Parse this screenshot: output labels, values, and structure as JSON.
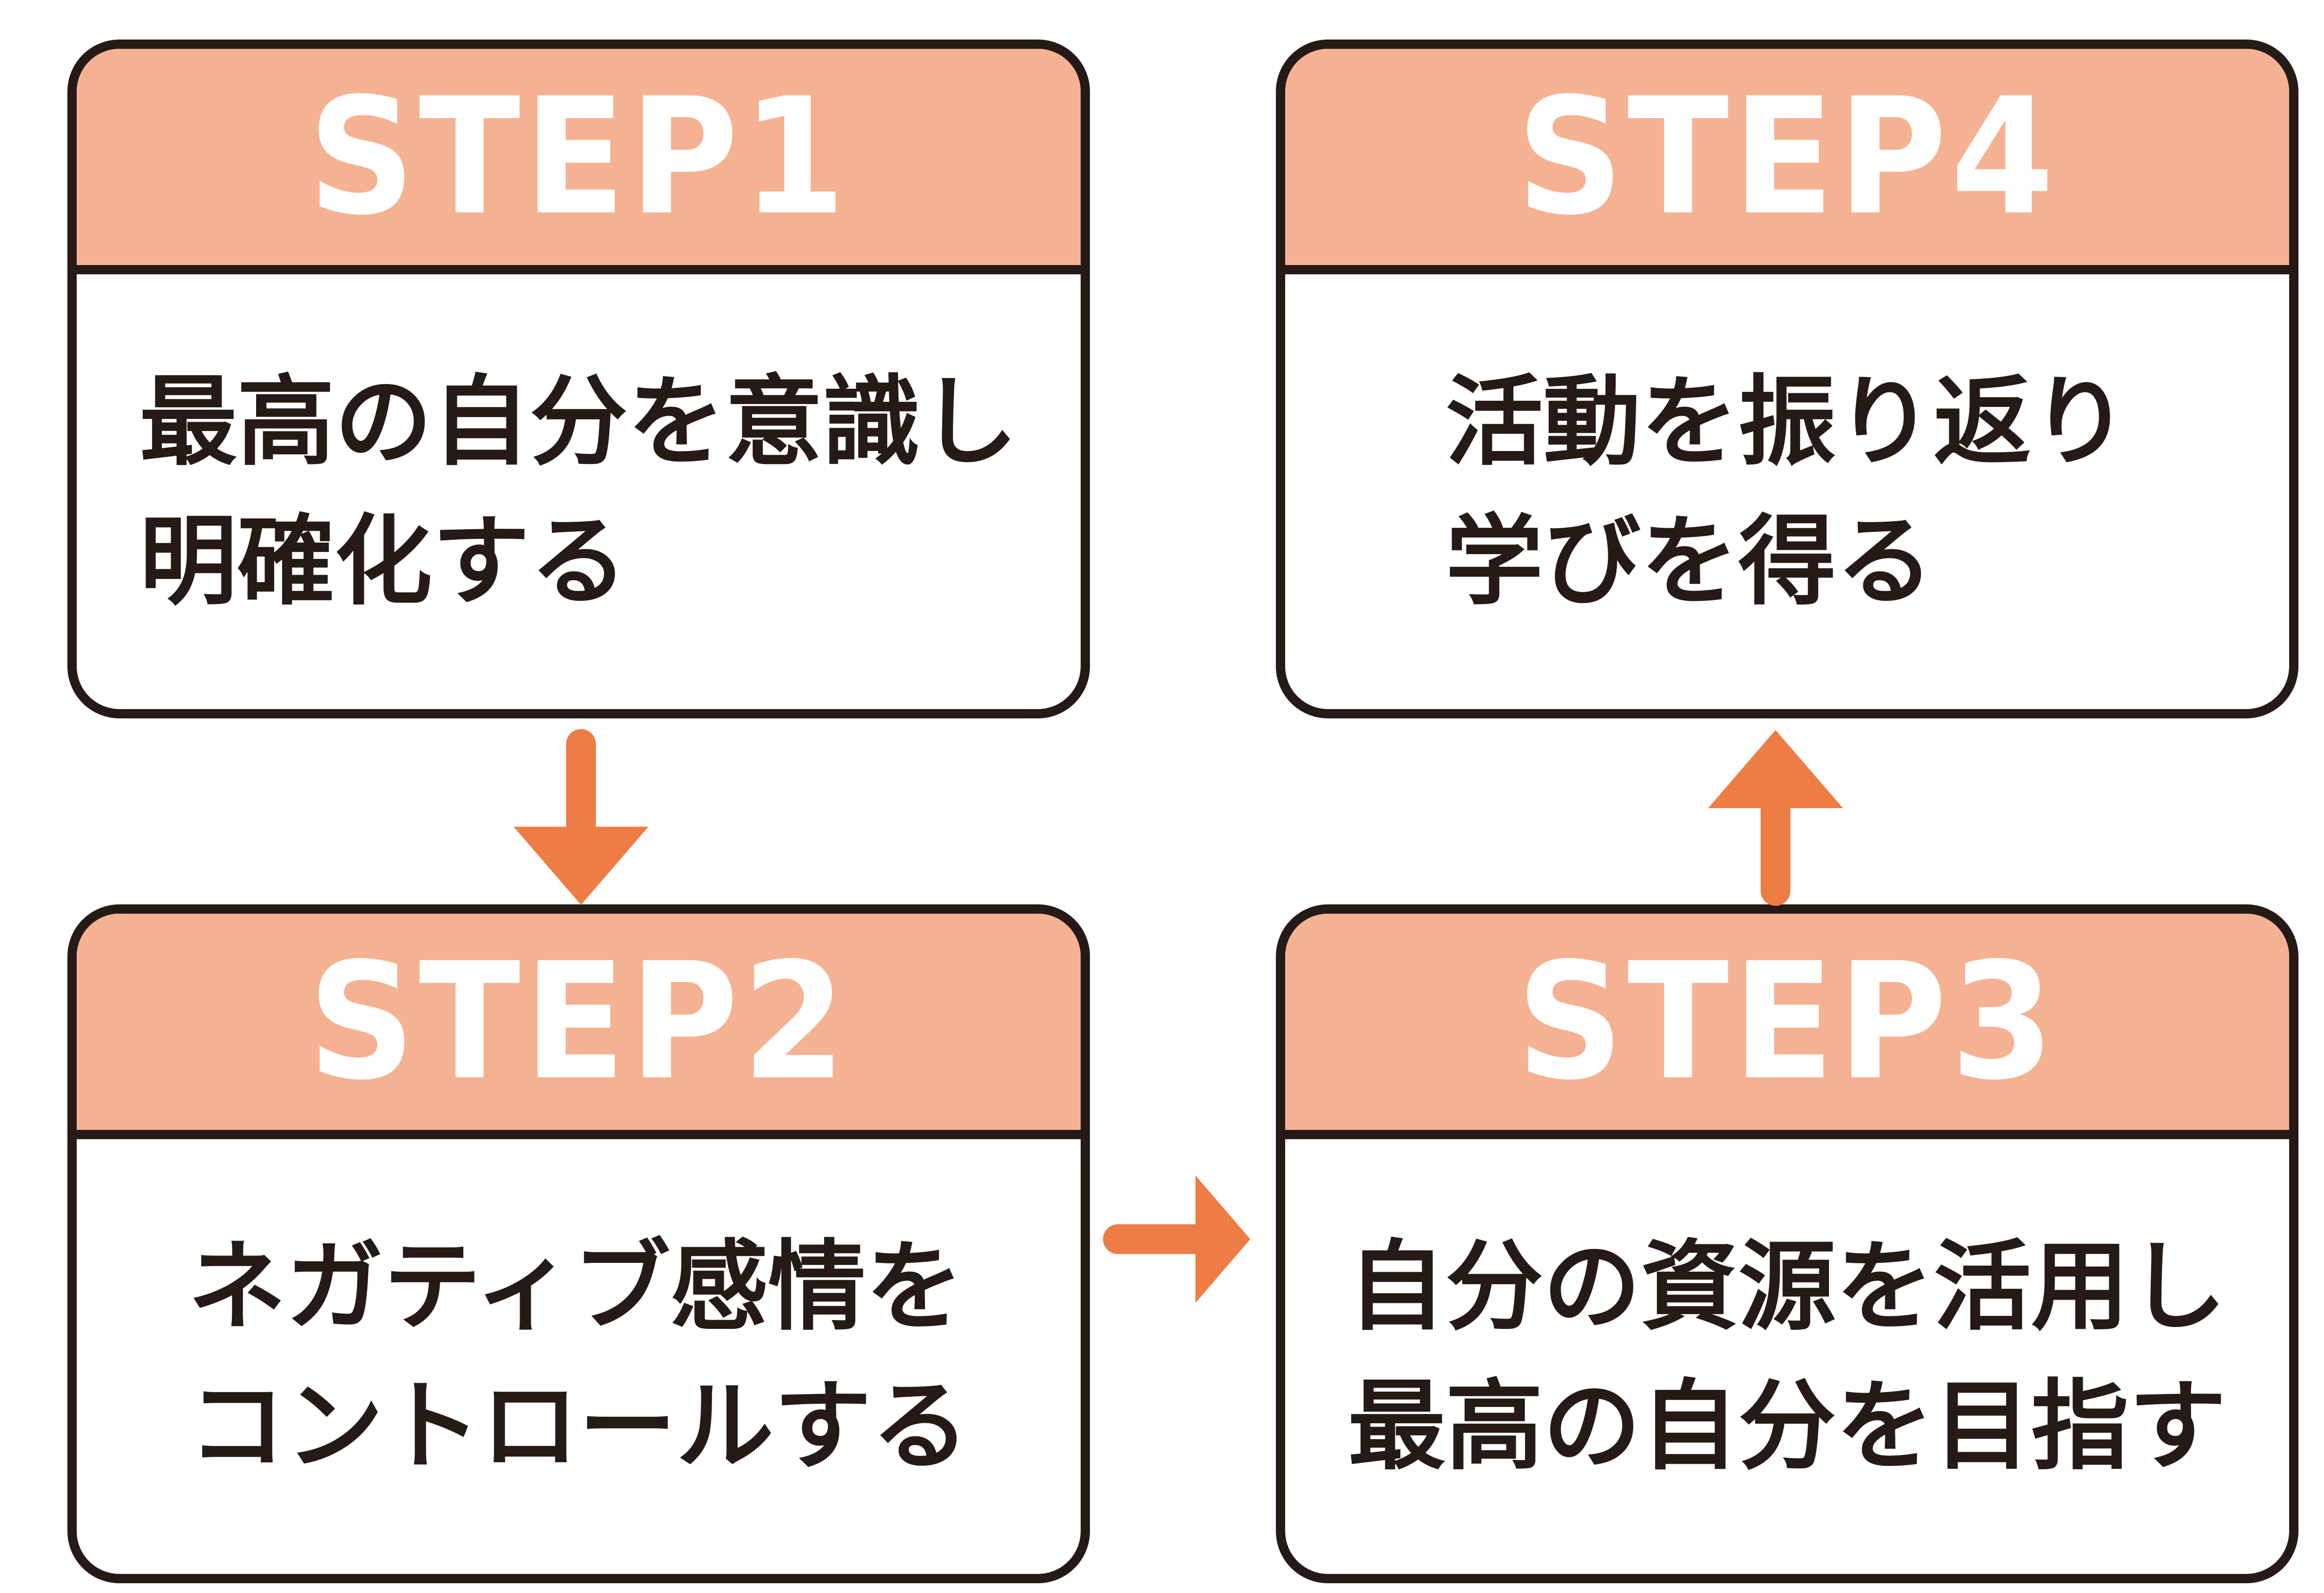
{
  "colors": {
    "background": "#ffffff",
    "card-header": "#f5b292",
    "card-body": "#ffffff",
    "outline": "#251a16",
    "step-label": "#ffffff",
    "body-text": "#251a16",
    "arrow": "#ed7d45"
  },
  "steps": [
    {
      "label": "STEP1",
      "line1": "最高の自分を意識し",
      "line2": "明確化する"
    },
    {
      "label": "STEP2",
      "line1": "ネガティブ感情を",
      "line2": "コントロールする"
    },
    {
      "label": "STEP3",
      "line1": "自分の資源を活用し",
      "line2": "最高の自分を目指す"
    },
    {
      "label": "STEP4",
      "line1": "活動を振り返り",
      "line2": "学びを得る"
    }
  ],
  "arrows": [
    {
      "name": "arrow-step1-to-step2",
      "direction": "down"
    },
    {
      "name": "arrow-step2-to-step3",
      "direction": "right"
    },
    {
      "name": "arrow-step3-to-step4",
      "direction": "up"
    }
  ]
}
